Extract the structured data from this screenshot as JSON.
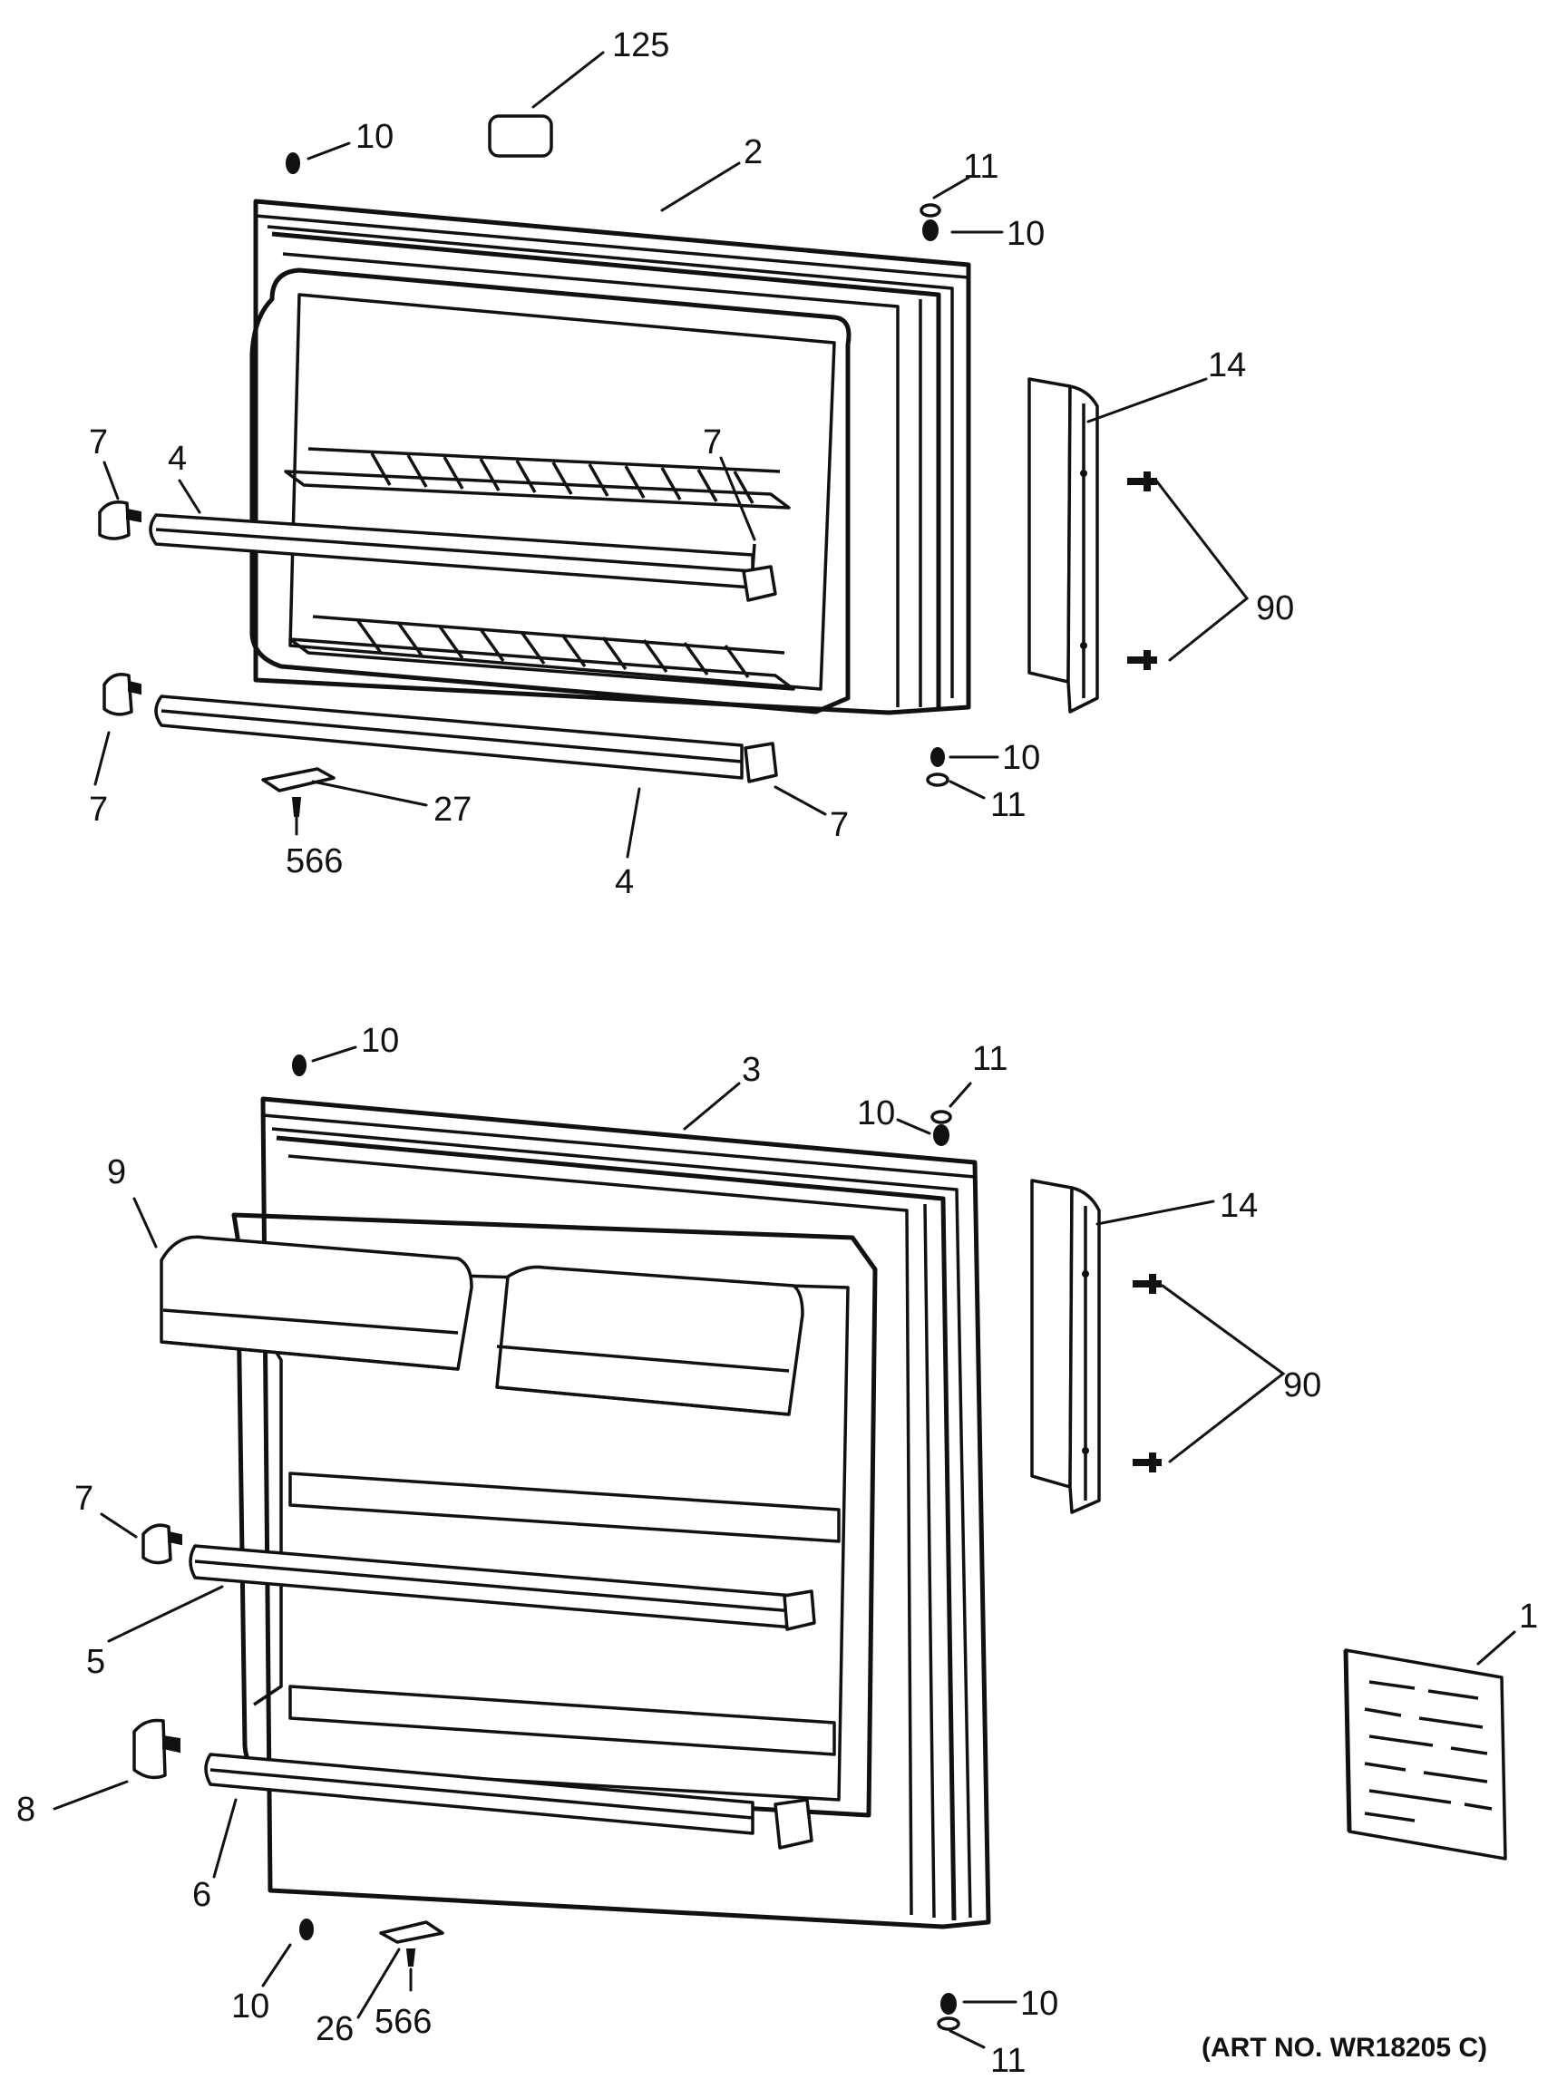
{
  "diagram_title": "",
  "art_number": "(ART NO. WR18205 C)",
  "labels": {
    "l125": "125",
    "l10_a": "10",
    "l2": "2",
    "l11_a": "11",
    "l10_b": "10",
    "l14_a": "14",
    "l7_a": "7",
    "l4_a": "4",
    "l7_b": "7",
    "l90_a": "90",
    "l7_c": "7",
    "l27": "27",
    "l566_a": "566",
    "l4_b": "4",
    "l7_d": "7",
    "l10_c": "10",
    "l11_b": "11",
    "l10_d": "10",
    "l3": "3",
    "l11_c": "11",
    "l10_e": "10",
    "l9": "9",
    "l14_b": "14",
    "l90_b": "90",
    "l7_e": "7",
    "l5": "5",
    "l1": "1",
    "l8": "8",
    "l6": "6",
    "l10_f": "10",
    "l26": "26",
    "l566_b": "566",
    "l10_g": "10",
    "l11_d": "11"
  }
}
